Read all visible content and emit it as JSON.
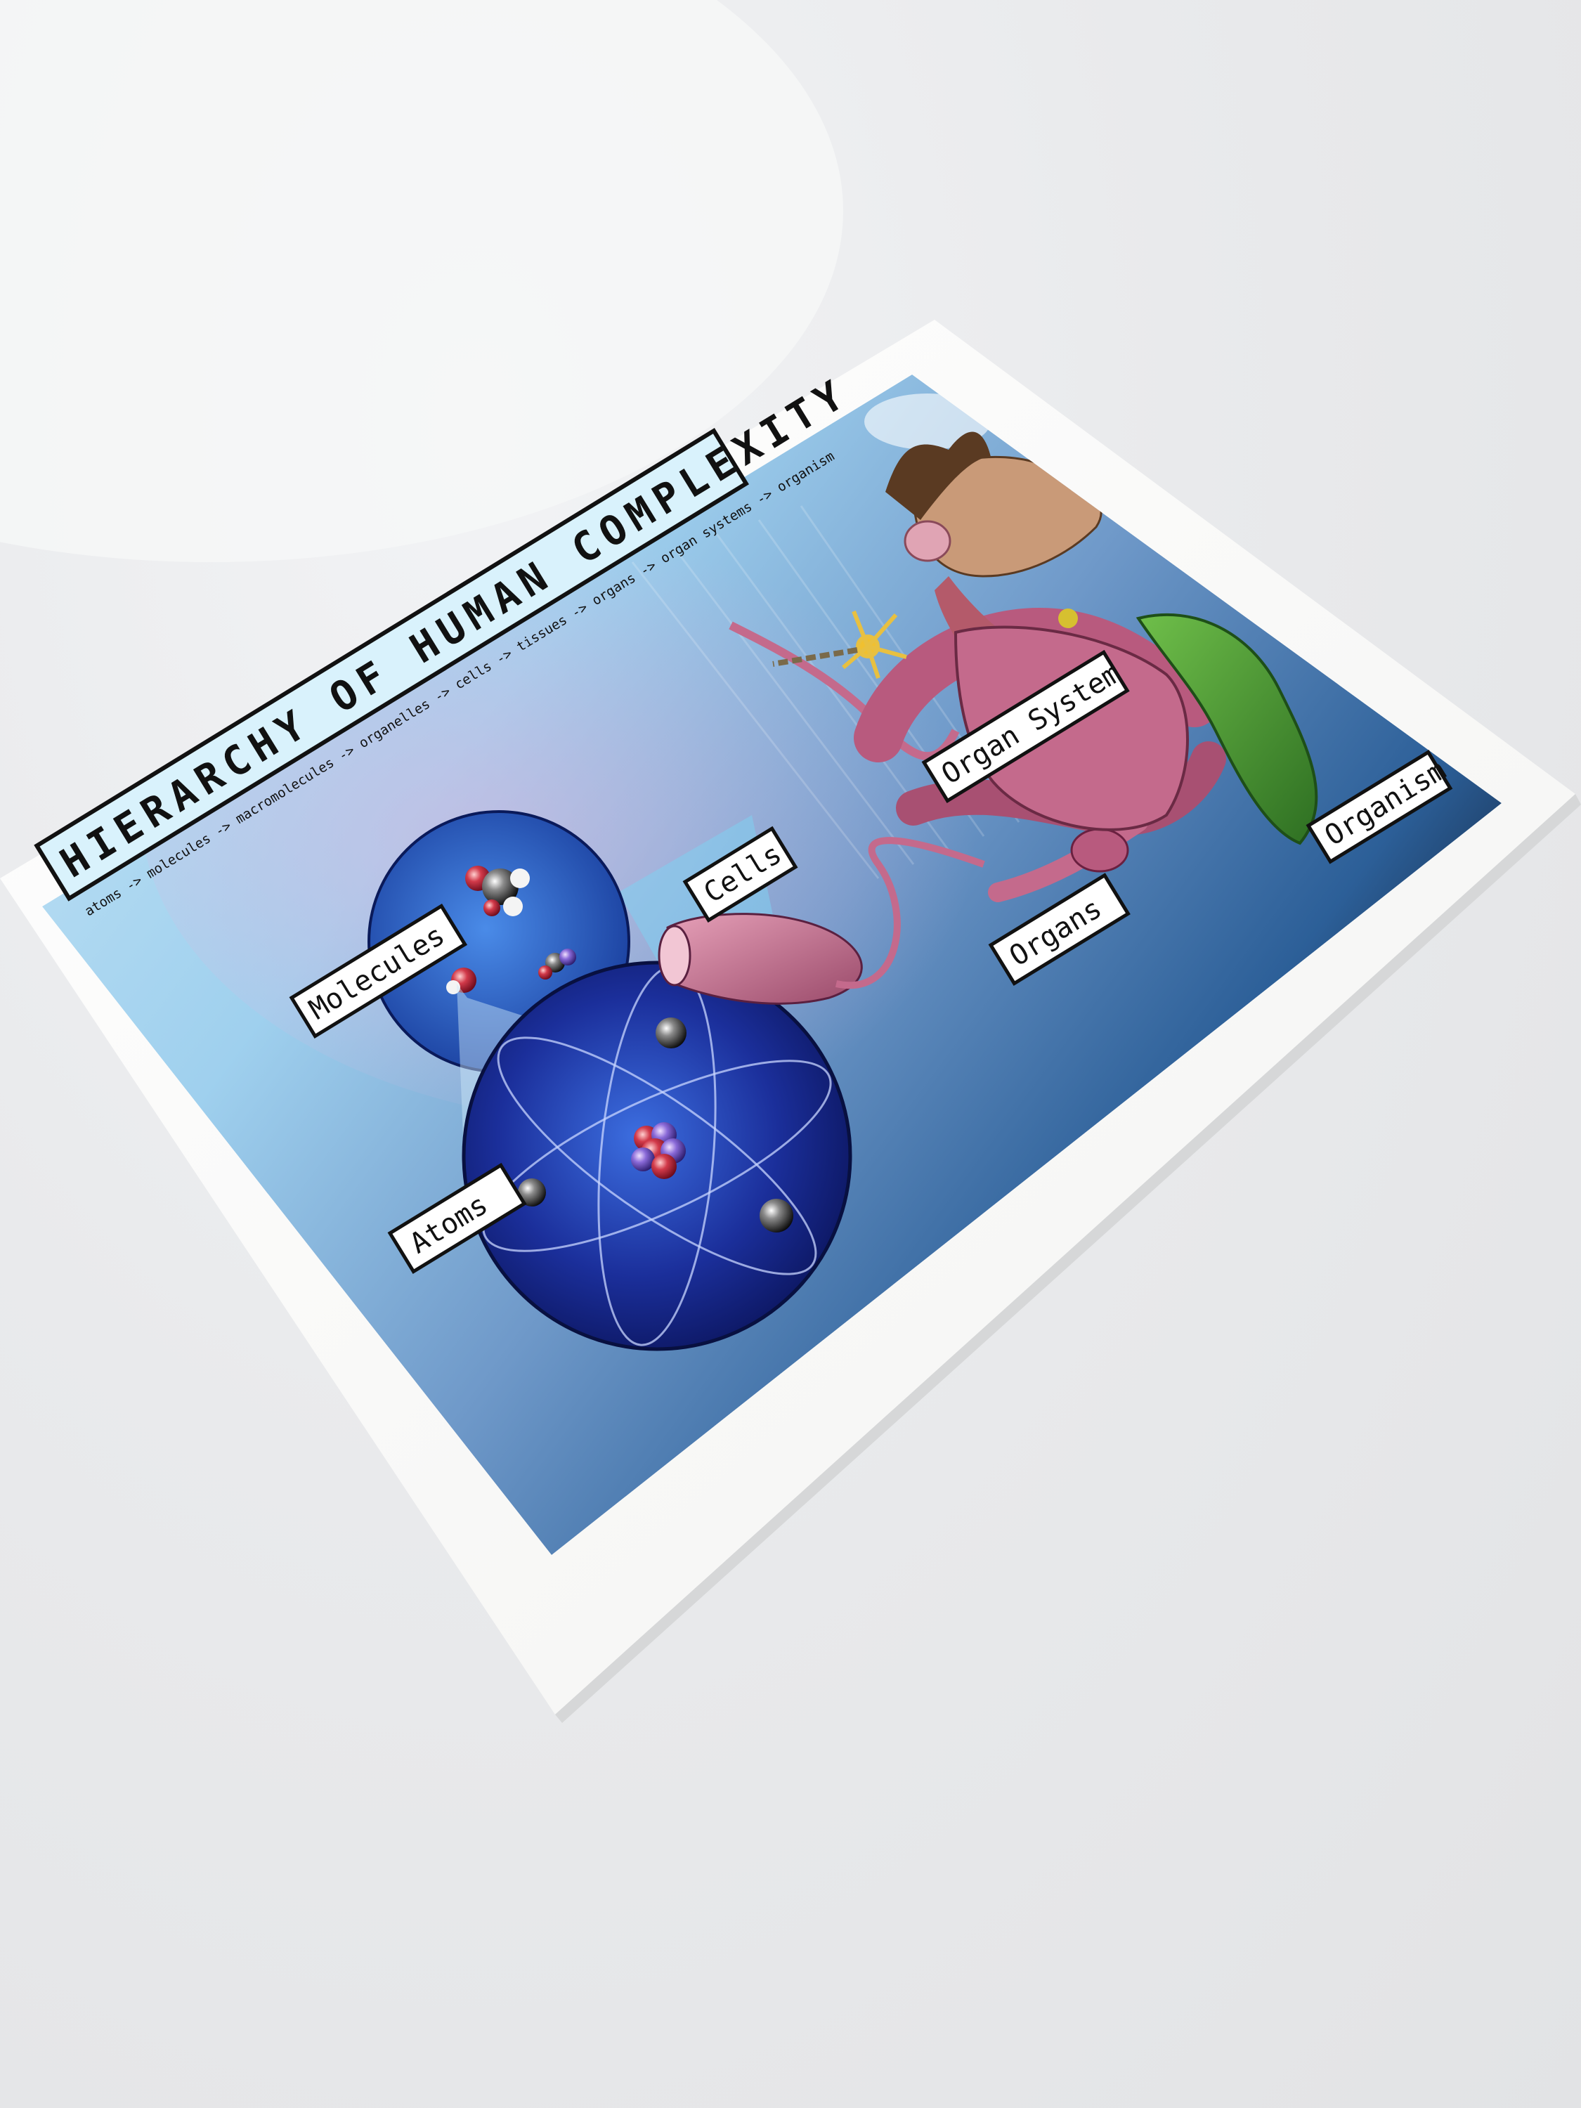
{
  "poster": {
    "title": "HIERARCHY OF HUMAN COMPLEXITY",
    "subtitle": "atoms -> molecules -> macromolecules -> organelles -> cells -> tissues -> organs -> organ systems -> organism",
    "labels": {
      "atoms": "Atoms",
      "molecules": "Molecules",
      "cells": "Cells",
      "organs": "Organs",
      "organ_system": "Organ System",
      "organism": "Organism"
    }
  },
  "colors": {
    "sky": "#8fc6ea",
    "sky_dark": "#1e4f8f",
    "atom_sphere": "#1a2f9a",
    "tissue_pink": "#c46a8c",
    "leaf_green": "#3e8f2f",
    "skin": "#c99a78",
    "hair": "#5a3a22"
  }
}
